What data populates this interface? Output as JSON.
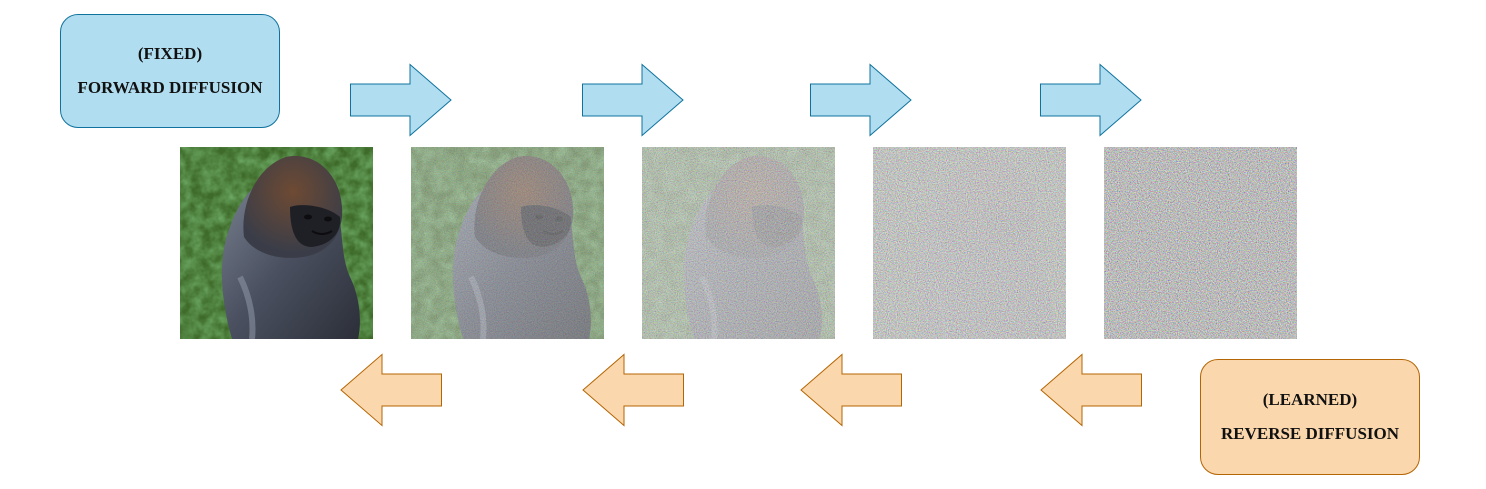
{
  "forward_label": {
    "line1": "(FIXED)",
    "line2": "FORWARD DIFFUSION"
  },
  "reverse_label": {
    "line1": "(LEARNED)",
    "line2": "REVERSE DIFFUSION"
  },
  "stages": [
    {
      "noise_level": 0.0
    },
    {
      "noise_level": 0.25
    },
    {
      "noise_level": 0.5
    },
    {
      "noise_level": 0.8
    },
    {
      "noise_level": 1.0
    }
  ],
  "colors": {
    "forward_fill": "#b1ddf0",
    "forward_stroke": "#10739e",
    "reverse_fill": "#fad7ac",
    "reverse_stroke": "#b46504",
    "foliage": "#3f6b2a",
    "gorilla_body": "#4a5060",
    "gorilla_head": "#6e4a33"
  },
  "icons": {
    "forward_arrow": "arrow-right-icon",
    "reverse_arrow": "arrow-left-icon",
    "stage_image": "gorilla-photo"
  }
}
